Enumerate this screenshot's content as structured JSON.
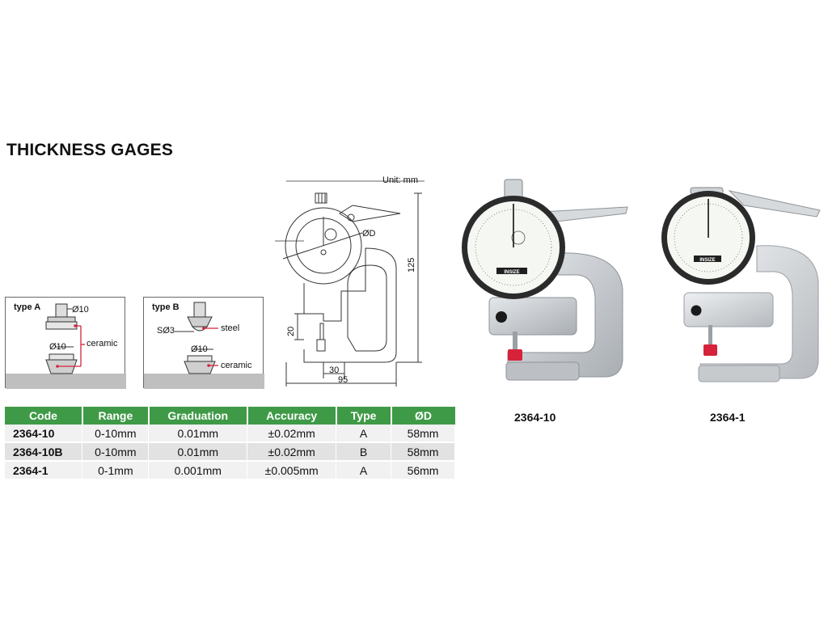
{
  "page": {
    "title": "THICKNESS GAGES"
  },
  "type_a": {
    "heading": "type A",
    "dia_top": "Ø10",
    "dia_bottom": "Ø10",
    "material": "ceramic"
  },
  "type_b": {
    "heading": "type B",
    "sphere": "SØ3",
    "material_top": "steel",
    "dia_bottom": "Ø10",
    "material_bottom": "ceramic"
  },
  "drawing": {
    "unit": "Unit: mm",
    "dial_label": "ØD",
    "height": "125",
    "gap": "20",
    "depth": "30",
    "width": "95"
  },
  "table": {
    "headers": [
      "Code",
      "Range",
      "Graduation",
      "Accuracy",
      "Type",
      "ØD"
    ],
    "rows": [
      [
        "2364-10",
        "0-10mm",
        "0.01mm",
        "±0.02mm",
        "A",
        "58mm"
      ],
      [
        "2364-10B",
        "0-10mm",
        "0.01mm",
        "±0.02mm",
        "B",
        "58mm"
      ],
      [
        "2364-1",
        "0-1mm",
        "0.001mm",
        "±0.005mm",
        "A",
        "56mm"
      ]
    ]
  },
  "products": [
    {
      "caption": "2364-10",
      "brand": "INSIZE"
    },
    {
      "caption": "2364-1",
      "brand": "INSIZE"
    }
  ],
  "colors": {
    "header_green": "#3f9a47",
    "marker_red": "#d6223a",
    "gage_grey": "#c9cdd1"
  }
}
